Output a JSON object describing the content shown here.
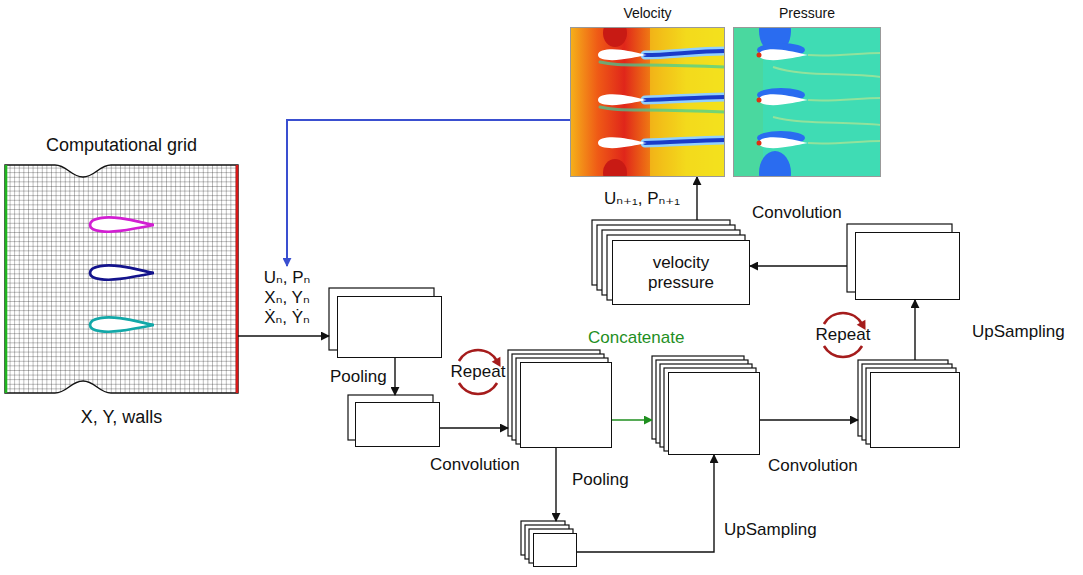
{
  "diagram": {
    "nodes": [
      {
        "text": [
          "Computational grid",
          "X, Y, walls"
        ]
      },
      {
        "text": [
          "Velocity"
        ]
      },
      {
        "text": [
          "Pressure"
        ]
      },
      {
        "text": []
      },
      {
        "text": [
          "Repeat"
        ]
      },
      {
        "text": []
      },
      {
        "text": []
      },
      {
        "text": []
      },
      {
        "text": []
      },
      {
        "text": []
      },
      {
        "text": [
          "Repeat"
        ]
      },
      {
        "text": []
      },
      {
        "text": [
          "velocity pressure"
        ]
      }
    ],
    "edges": [
      {
        "from": 0,
        "to": 3,
        "arrow": "to",
        "label": "Uₙ, Pₙ Xₙ, Yₙ Ẋₙ, Ẏₙ"
      },
      {
        "from": 3,
        "to": 5,
        "arrow": "to",
        "label": "Pooling"
      },
      {
        "from": 5,
        "to": 6,
        "arrow": "to",
        "label": "Convolution"
      },
      {
        "from": 6,
        "to": 7,
        "arrow": "to",
        "label": "Pooling"
      },
      {
        "from": 7,
        "to": 8,
        "arrow": "to",
        "label": "UpSampling"
      },
      {
        "from": 6,
        "to": 8,
        "arrow": "to",
        "label": "Concatenate"
      },
      {
        "from": 8,
        "to": 9,
        "arrow": "to",
        "label": "Convolution"
      },
      {
        "from": 9,
        "to": 11,
        "arrow": "to",
        "label": "UpSampling"
      },
      {
        "from": 11,
        "to": 12,
        "arrow": "to",
        "label": "Convolution"
      },
      {
        "from": 12,
        "to": 1,
        "arrow": "to",
        "label": "Uₙ₊₁, Pₙ₊₁"
      },
      {
        "from": 1,
        "to": 3,
        "arrow": "to"
      }
    ]
  }
}
